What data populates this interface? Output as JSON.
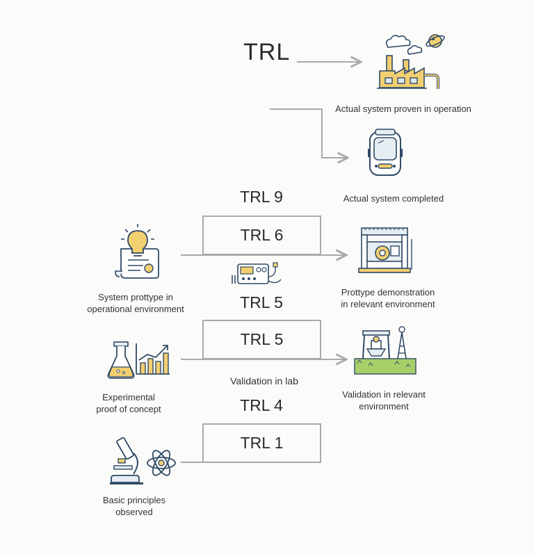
{
  "title": "TRL",
  "levels": {
    "top": "TRL 9",
    "box_a": "TRL 6",
    "mid": "TRL 5",
    "box_b": "TRL 5",
    "validation_lab": "Validation in lab",
    "lower": "TRL 4",
    "box_c": "TRL 1"
  },
  "captions": {
    "operation": "Actual system proven in operation",
    "completed": "Actual system completed",
    "system_prototype": [
      "System prottype in",
      "operational environment"
    ],
    "prototype_demo": [
      "Prottype demonstration",
      "in relevant environment"
    ],
    "experimental": [
      "Experimental",
      "proof of concept"
    ],
    "validation_relevant": [
      "Validation in relevant",
      "environment"
    ],
    "basic": [
      "Basic principles",
      "observed"
    ]
  },
  "icons": [
    "factory-icon",
    "satellite-icon",
    "device-icon",
    "lightbulb-document-icon",
    "machine-icon",
    "lab-equipment-icon",
    "flask-icon",
    "bar-chart-icon",
    "field-rig-icon",
    "microscope-icon",
    "atom-icon"
  ],
  "colors": {
    "line": "#a9a9a9",
    "accent_yellow": "#f2cf70",
    "icon_blue": "#2f4a66",
    "green": "#a8cf6a"
  }
}
